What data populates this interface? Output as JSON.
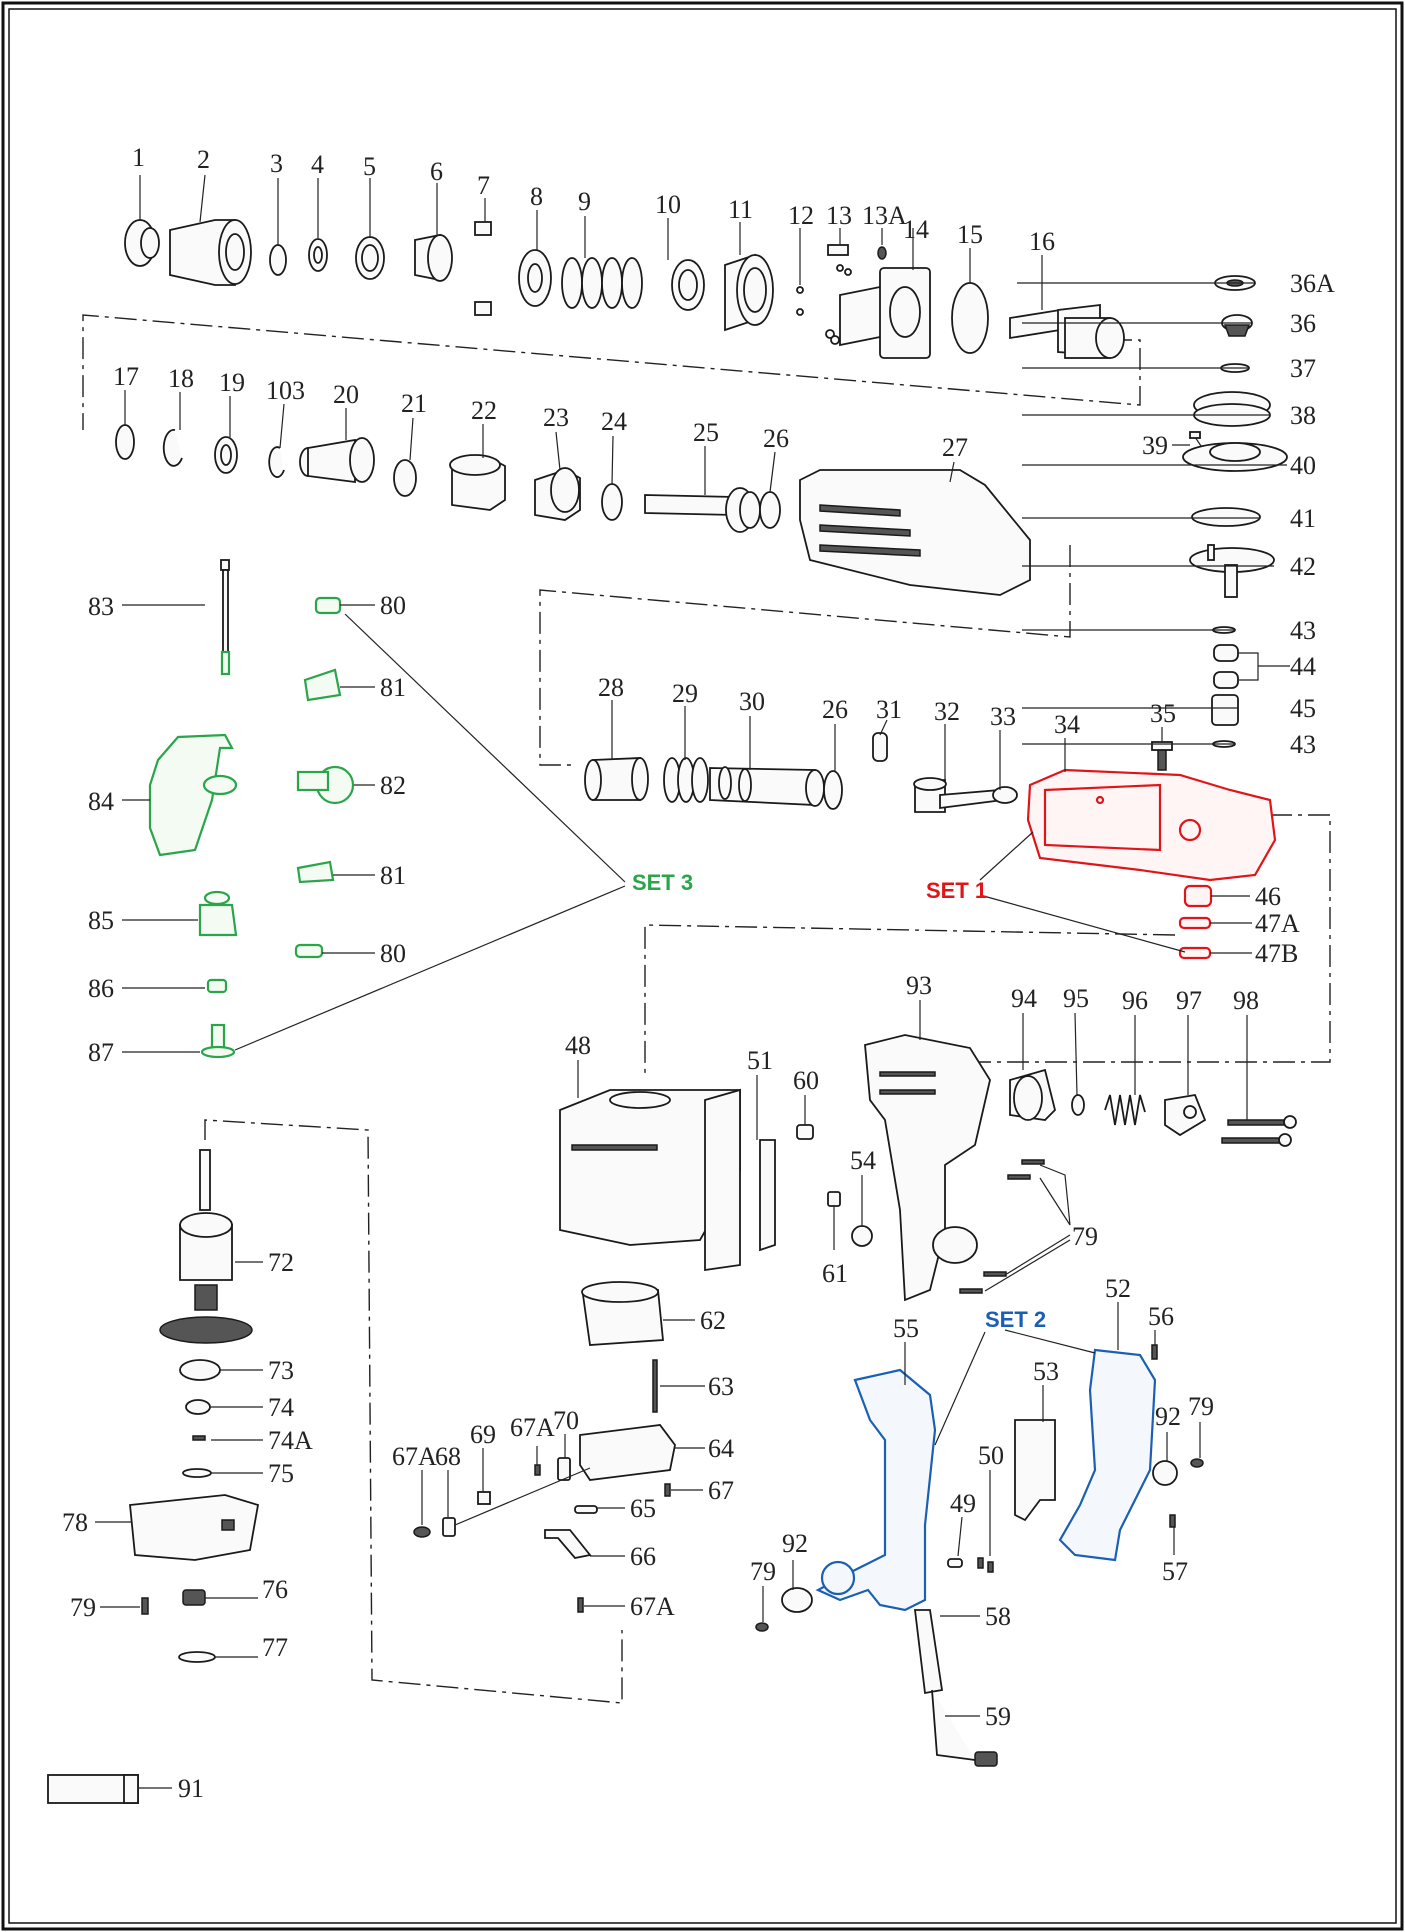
{
  "sets": {
    "set1": {
      "label": "SET 1",
      "color": "#e0151a"
    },
    "set2": {
      "label": "SET 2",
      "color": "#1a5fb4"
    },
    "set3": {
      "label": "SET 3",
      "color": "#2aa54a"
    }
  },
  "callouts": {
    "p1": "1",
    "p2": "2",
    "p3": "3",
    "p4": "4",
    "p5": "5",
    "p6": "6",
    "p7": "7",
    "p8": "8",
    "p9": "9",
    "p10": "10",
    "p11": "11",
    "p12": "12",
    "p13": "13",
    "p13a": "13A",
    "p14": "14",
    "p15": "15",
    "p16": "16",
    "p17": "17",
    "p18": "18",
    "p19": "19",
    "p103": "103",
    "p20": "20",
    "p21": "21",
    "p22": "22",
    "p23": "23",
    "p24": "24",
    "p25": "25",
    "p26a": "26",
    "p27": "27",
    "p36a": "36A",
    "p36": "36",
    "p37": "37",
    "p38": "38",
    "p39": "39",
    "p40": "40",
    "p41": "41",
    "p42": "42",
    "p43a": "43",
    "p44": "44",
    "p45": "45",
    "p43b": "43",
    "p28": "28",
    "p29": "29",
    "p30": "30",
    "p26b": "26",
    "p31": "31",
    "p32": "32",
    "p33": "33",
    "p34": "34",
    "p35": "35",
    "p46": "46",
    "p47a": "47A",
    "p47b": "47B",
    "p83": "83",
    "p80a": "80",
    "p81a": "81",
    "p84": "84",
    "p82": "82",
    "p81b": "81",
    "p85": "85",
    "p80b": "80",
    "p86": "86",
    "p87": "87",
    "p48": "48",
    "p51": "51",
    "p60": "60",
    "p54": "54",
    "p61": "61",
    "p93": "93",
    "p94": "94",
    "p95": "95",
    "p96": "96",
    "p97": "97",
    "p98": "98",
    "p79a": "79",
    "p72": "72",
    "p73": "73",
    "p74": "74",
    "p74a": "74A",
    "p75": "75",
    "p78": "78",
    "p79b": "79",
    "p76": "76",
    "p77": "77",
    "p91": "91",
    "p62": "62",
    "p63": "63",
    "p64": "64",
    "p67a1": "67A",
    "p70": "70",
    "p69": "69",
    "p68": "68",
    "p67a2": "67A",
    "p67": "67",
    "p65": "65",
    "p66": "66",
    "p67a3": "67A",
    "p55": "55",
    "p52": "52",
    "p56": "56",
    "p53": "53",
    "p50": "50",
    "p49": "49",
    "p92a": "92",
    "p79c": "79",
    "p92b": "92",
    "p79d": "79",
    "p57": "57",
    "p58": "58",
    "p59": "59"
  }
}
